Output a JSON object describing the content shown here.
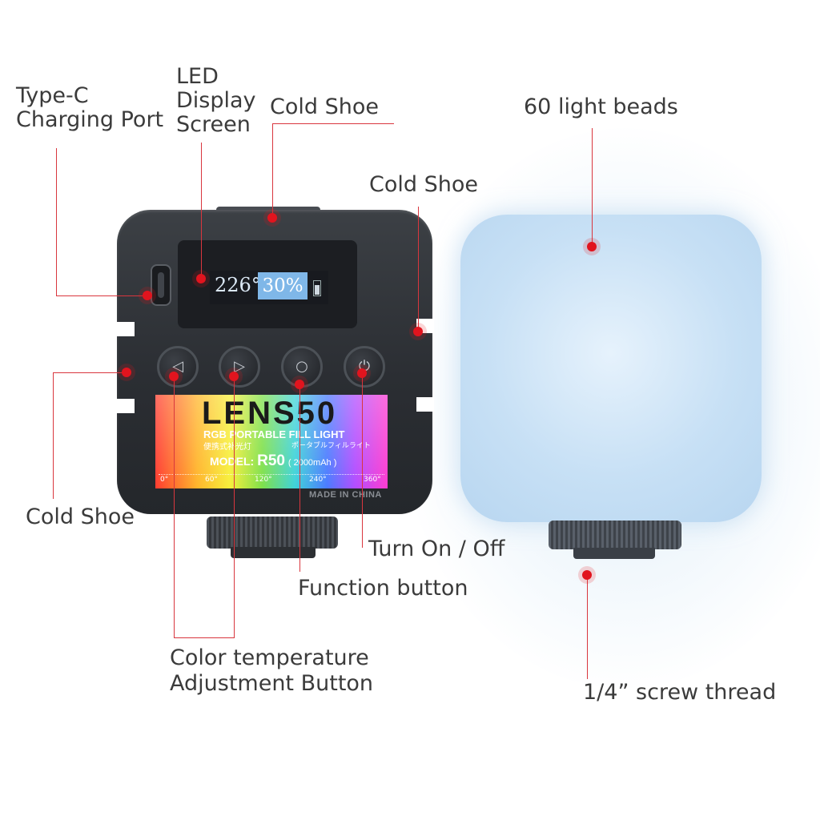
{
  "callouts": {
    "type_c": [
      "Type-C",
      "Charging Port"
    ],
    "led_display": [
      "LED",
      "Display",
      "Screen"
    ],
    "cold_shoe_top": "Cold Shoe",
    "light_beads": "60 light beads",
    "cold_shoe_right": "Cold Shoe",
    "cold_shoe_left": "Cold Shoe",
    "turn_on_off": "Turn On / Off",
    "function_button": "Function button",
    "color_temp": [
      "Color temperature",
      "Adjustment Button"
    ],
    "screw_thread": "1/4” screw thread"
  },
  "device": {
    "display": {
      "temperature": "226°",
      "brightness": "30%"
    },
    "buttons": [
      {
        "name": "left",
        "icon": "triangle-left-icon",
        "glyph": "◁"
      },
      {
        "name": "right",
        "icon": "triangle-right-icon",
        "glyph": "▷"
      },
      {
        "name": "function",
        "icon": "circle-icon",
        "glyph": "○"
      },
      {
        "name": "power",
        "icon": "power-icon",
        "glyph": "⏻"
      }
    ],
    "label": {
      "brand": "LENS50",
      "subtitle": "RGB PORTABLE FILL LIGHT",
      "chinese": "便携式补光灯",
      "japanese": "ポータブルフィルライト",
      "model_prefix": "MODEL:",
      "model": "R50",
      "capacity": "( 2000mAh )",
      "scale": [
        "0°",
        "60°",
        "120°",
        "240°",
        "360°"
      ],
      "made_in": "MADE IN CHINA"
    }
  },
  "colors": {
    "leader": "#d9363e",
    "dot": "#e1141e",
    "panel": "#c7e0f5",
    "body": "#2f3237"
  }
}
